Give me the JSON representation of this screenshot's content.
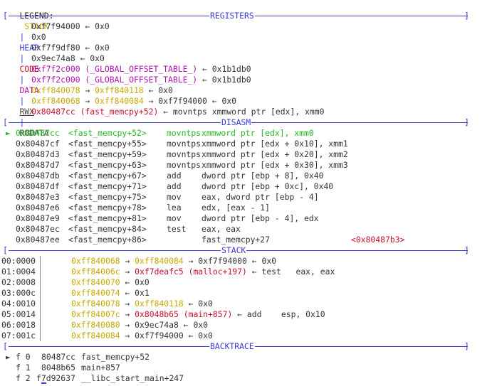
{
  "legend": {
    "label": "LEGEND:",
    "stack": "STACK",
    "heap": "HEAP",
    "code": "CODE",
    "data": "DATA",
    "rwx": "RWX",
    "rodata": "RODATA",
    "sep": "|"
  },
  "sections": {
    "registers": "REGISTERS",
    "disasm": "DISASM",
    "stack": "STACK",
    "backtrace": "BACKTRACE"
  },
  "registers": [
    {
      "segments": [
        {
          "text": "0xf7f94000 ← 0x0",
          "color": "#333333"
        }
      ]
    },
    {
      "segments": [
        {
          "text": "0x0",
          "color": "#333333"
        }
      ]
    },
    {
      "segments": [
        {
          "text": "0xf7f9df80 ← 0x0",
          "color": "#333333"
        }
      ]
    },
    {
      "segments": [
        {
          "text": "0x9ec74a8 ← 0x0",
          "color": "#333333"
        }
      ]
    },
    {
      "segments": [
        {
          "text": "0xf7f2c000 (_GLOBAL_OFFSET_TABLE_)",
          "color": "#b012b0"
        },
        {
          "text": " ← 0x1b1db0",
          "color": "#333333"
        }
      ]
    },
    {
      "segments": [
        {
          "text": "0xf7f2c000 (_GLOBAL_OFFSET_TABLE_)",
          "color": "#b012b0"
        },
        {
          "text": " ← 0x1b1db0",
          "color": "#333333"
        }
      ]
    },
    {
      "segments": [
        {
          "text": "0xff840078",
          "color": "#c9a800"
        },
        {
          "text": " → ",
          "color": "#333333"
        },
        {
          "text": "0xff840118",
          "color": "#c9a800"
        },
        {
          "text": " ← 0x0",
          "color": "#333333"
        }
      ]
    },
    {
      "segments": [
        {
          "text": "0xff840068",
          "color": "#c9a800"
        },
        {
          "text": " → ",
          "color": "#333333"
        },
        {
          "text": "0xff840084",
          "color": "#c9a800"
        },
        {
          "text": " → 0xf7f94000 ← 0x0",
          "color": "#333333"
        }
      ]
    },
    {
      "segments": [
        {
          "text": "0x80487cc (fast_memcpy+52)",
          "color": "#c8102e"
        },
        {
          "text": " ← movntps xmmword ptr [edx], xmm0",
          "color": "#333333"
        }
      ]
    }
  ],
  "disasm": [
    {
      "marker": "►",
      "addr": "0x80487cc",
      "sym": "<fast_memcpy+52>",
      "mn": "movntps",
      "ops": "xmmword ptr [edx], xmm0",
      "current": true
    },
    {
      "marker": "",
      "addr": "0x80487cf",
      "sym": "<fast_memcpy+55>",
      "mn": "movntps",
      "ops": "xmmword ptr [edx + 0x10], xmm1"
    },
    {
      "marker": "",
      "addr": "0x80487d3",
      "sym": "<fast_memcpy+59>",
      "mn": "movntps",
      "ops": "xmmword ptr [edx + 0x20], xmm2"
    },
    {
      "marker": "",
      "addr": "0x80487d7",
      "sym": "<fast_memcpy+63>",
      "mn": "movntps",
      "ops": "xmmword ptr [edx + 0x30], xmm3"
    },
    {
      "marker": "",
      "addr": "0x80487db",
      "sym": "<fast_memcpy+67>",
      "mn": "add",
      "ops": "dword ptr [ebp + 8], 0x40"
    },
    {
      "marker": "",
      "addr": "0x80487df",
      "sym": "<fast_memcpy+71>",
      "mn": "add",
      "ops": "dword ptr [ebp + 0xc], 0x40"
    },
    {
      "marker": "",
      "addr": "0x80487e3",
      "sym": "<fast_memcpy+75>",
      "mn": "mov",
      "ops": "eax, dword ptr [ebp - 4]"
    },
    {
      "marker": "",
      "addr": "0x80487e6",
      "sym": "<fast_memcpy+78>",
      "mn": "lea",
      "ops": "edx, [eax - 1]"
    },
    {
      "marker": "",
      "addr": "0x80487e9",
      "sym": "<fast_memcpy+81>",
      "mn": "mov",
      "ops": "dword ptr [ebp - 4], edx"
    },
    {
      "marker": "",
      "addr": "0x80487ec",
      "sym": "<fast_memcpy+84>",
      "mn": "test",
      "ops": "eax, eax"
    },
    {
      "marker": "",
      "addr": "0x80487ee",
      "sym": "<fast_memcpy+86>",
      "mn": "",
      "ops": "fast_memcpy+27",
      "target": "<0x80487b3>"
    }
  ],
  "stack": [
    {
      "idx": "00:0000",
      "segments": [
        {
          "text": "0xff840068",
          "color": "#c9a800"
        },
        {
          "text": " → ",
          "color": "#333333"
        },
        {
          "text": "0xff840084",
          "color": "#c9a800"
        },
        {
          "text": " → 0xf7f94000 ← 0x0",
          "color": "#333333"
        }
      ]
    },
    {
      "idx": "01:0004",
      "segments": [
        {
          "text": "0xff84006c",
          "color": "#c9a800"
        },
        {
          "text": " → ",
          "color": "#333333"
        },
        {
          "text": "0xf7deafc5 (malloc+197)",
          "color": "#c8102e"
        },
        {
          "text": " ← test   eax, eax",
          "color": "#333333"
        }
      ]
    },
    {
      "idx": "02:0008",
      "segments": [
        {
          "text": "0xff840070",
          "color": "#c9a800"
        },
        {
          "text": " ← 0x0",
          "color": "#333333"
        }
      ]
    },
    {
      "idx": "03:000c",
      "segments": [
        {
          "text": "0xff840074",
          "color": "#c9a800"
        },
        {
          "text": " ← 0x1",
          "color": "#333333"
        }
      ]
    },
    {
      "idx": "04:0010",
      "segments": [
        {
          "text": "0xff840078",
          "color": "#c9a800"
        },
        {
          "text": " → ",
          "color": "#333333"
        },
        {
          "text": "0xff840118",
          "color": "#c9a800"
        },
        {
          "text": " ← 0x0",
          "color": "#333333"
        }
      ]
    },
    {
      "idx": "05:0014",
      "segments": [
        {
          "text": "0xff84007c",
          "color": "#c9a800"
        },
        {
          "text": " → ",
          "color": "#333333"
        },
        {
          "text": "0x8048b65 (main+857)",
          "color": "#c8102e"
        },
        {
          "text": " ← add    esp, 0x10",
          "color": "#333333"
        }
      ]
    },
    {
      "idx": "06:0018",
      "segments": [
        {
          "text": "0xff840080",
          "color": "#c9a800"
        },
        {
          "text": " → 0x9ec74a8 ← 0x0",
          "color": "#333333"
        }
      ]
    },
    {
      "idx": "07:001c",
      "segments": [
        {
          "text": "0xff840084",
          "color": "#c9a800"
        },
        {
          "text": " → 0xf7f94000 ← 0x0",
          "color": "#333333"
        }
      ]
    }
  ],
  "backtrace": [
    {
      "marker": "►",
      "frame": "f 0",
      "addr": "80487cc",
      "sym": "fast_memcpy+52"
    },
    {
      "marker": "",
      "frame": "f 1",
      "addr": "8048b65",
      "sym": "main+857"
    },
    {
      "marker": "",
      "frame": "f 2",
      "addr": "f7d92637",
      "sym": "__libc_start_main+247"
    }
  ],
  "colors": {
    "stack": "#c9a800",
    "heap": "#3b3bd6",
    "code": "#c8102e",
    "data": "#b012b0",
    "current": "#22bb22",
    "border": "#3b3bd6"
  }
}
